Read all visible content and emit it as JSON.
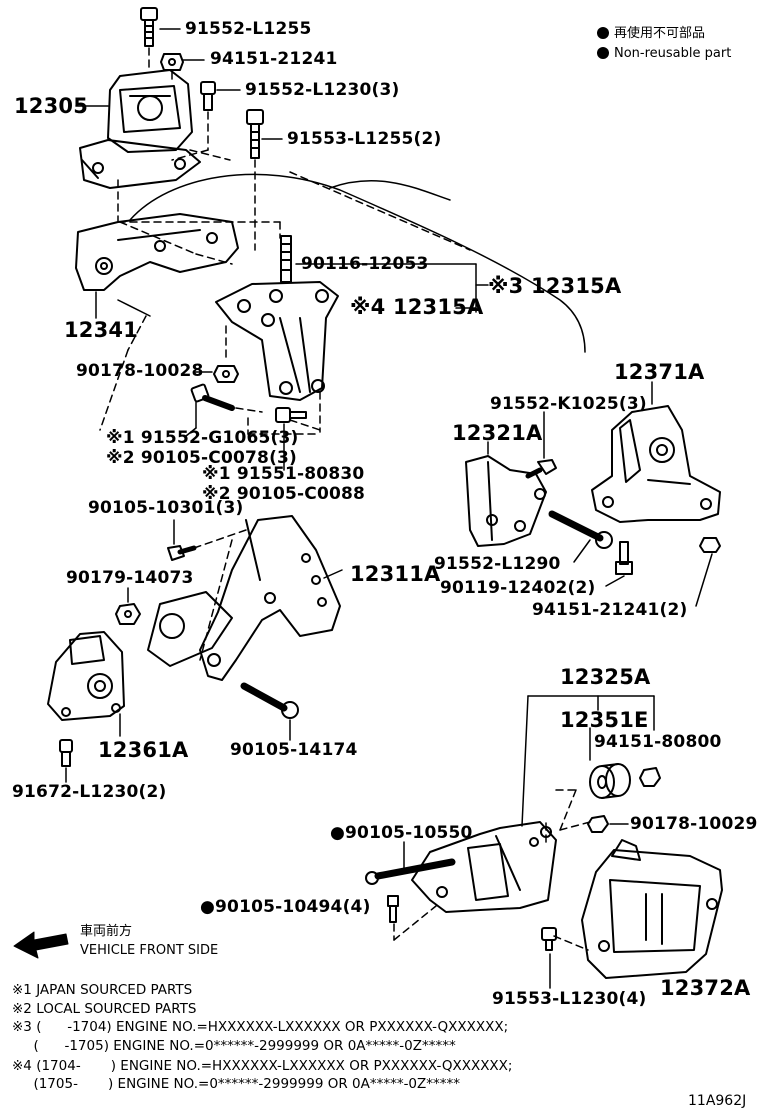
{
  "legend": {
    "reusable_jp": "再使用不可部品",
    "nonreusable": "Non-reusable part"
  },
  "parts": {
    "p91552_L1255": "91552-L1255",
    "p94151_21241": "94151-21241",
    "p91552_L1230": "91552-L1230(3)",
    "p91553_L1255": "91553-L1255(2)",
    "p12305": "12305",
    "p90116_12053": "90116-12053",
    "p12315A_3": "※3 12315A",
    "p12315A_4": "※4 12315A",
    "p12341": "12341",
    "p90178_10028": "90178-10028",
    "p91552_G1065": "※1 91552-G1065(3)",
    "p90105_C0078": "※2 90105-C0078(3)",
    "p91551_80830": "※1 91551-80830",
    "p90105_C0088": "※2 90105-C0088",
    "p12371A": "12371A",
    "p91552_K1025": "91552-K1025(3)",
    "p12321A": "12321A",
    "p91552_L1290": "91552-L1290",
    "p90119_12402": "90119-12402(2)",
    "p94151_21241_2": "94151-21241(2)",
    "p90105_10301": "90105-10301(3)",
    "p12311A": "12311A",
    "p90179_14073": "90179-14073",
    "p12361A": "12361A",
    "p90105_14174": "90105-14174",
    "p91672_L1230": "91672-L1230(2)",
    "p12325A": "12325A",
    "p12351E": "12351E",
    "p94151_80800": "94151-80800",
    "p90105_10550": "●90105-10550",
    "p90178_10029": "90178-10029",
    "p90105_10494": "●90105-10494(4)",
    "p91553_L1230": "91553-L1230(4)",
    "p12372A": "12372A"
  },
  "direction": {
    "jp": "車両前方",
    "en": "VEHICLE FRONT SIDE"
  },
  "notes": [
    "※1 JAPAN SOURCED PARTS",
    "※2 LOCAL SOURCED PARTS",
    "※3 (      -1704) ENGINE NO.=HXXXXXX-LXXXXXX OR PXXXXXX-QXXXXXX;",
    "     (      -1705) ENGINE NO.=0******-2999999 OR 0A*****-0Z*****",
    "※4 (1704-       ) ENGINE NO.=HXXXXXX-LXXXXXX OR PXXXXXX-QXXXXXX;",
    "     (1705-       ) ENGINE NO.=0******-2999999 OR 0A*****-0Z*****"
  ],
  "figure_code": "11A962J"
}
